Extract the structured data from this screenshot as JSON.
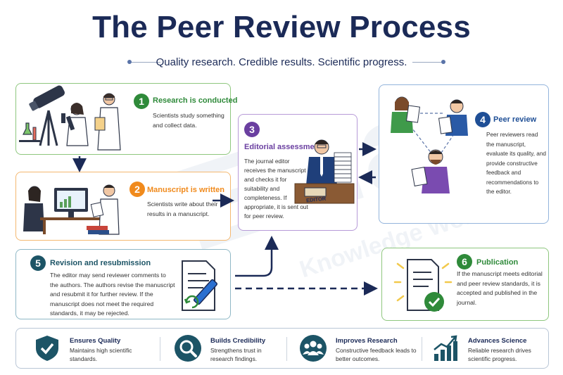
{
  "header": {
    "title": "The Peer Review Process",
    "subtitle": "Quality research. Credible results. Scientific progress."
  },
  "steps": [
    {
      "number": "1",
      "title": "Research is conducted",
      "desc": "Scientists study something and collect data.",
      "color": "#2f8a3a"
    },
    {
      "number": "2",
      "title": "Manuscript is written",
      "desc": "Scientists write about their results in a manuscript.",
      "color": "#f08a1c"
    },
    {
      "number": "3",
      "title": "Editorial assessment",
      "desc": "The journal editor receives the manuscript and checks it for suitability and completeness. If appropriate, it is sent out for peer review.",
      "color": "#6a3fa0"
    },
    {
      "number": "4",
      "title": "Peer review",
      "desc": "Peer reviewers read the manuscript, evaluate its quality, and provide constructive feedback and recommendations to the editor.",
      "color": "#1f4f96"
    },
    {
      "number": "5",
      "title": "Revision and resubmission",
      "desc": "The editor may send reviewer comments to the authors. The authors revise the manuscript and resubmit it for further review. If the manuscript does not meet the required standards, it may be rejected.",
      "color": "#1c5466"
    },
    {
      "number": "6",
      "title": "Publication",
      "desc": "If the manuscript meets editorial and peer review standards, it is accepted and published in the journal.",
      "color": "#2f8a3a"
    }
  ],
  "editor_sign": "EDITOR",
  "benefits": [
    {
      "title": "Ensures Quality",
      "desc": "Maintains high scientific standards.",
      "icon": "shield-check-icon"
    },
    {
      "title": "Builds Credibility",
      "desc": "Strengthens trust in research findings.",
      "icon": "magnifier-icon"
    },
    {
      "title": "Improves Research",
      "desc": "Constructive feedback leads to better outcomes.",
      "icon": "people-group-icon"
    },
    {
      "title": "Advances Science",
      "desc": "Reliable research drives scientific progress.",
      "icon": "growth-chart-icon"
    }
  ],
  "watermark": {
    "large": "Edia",
    "small": "Knowledge Works"
  },
  "colors": {
    "navy": "#1b2a57",
    "green": "#2f8a3a",
    "orange": "#f08a1c",
    "purple": "#6a3fa0",
    "blue": "#1f4f96",
    "teal": "#1c5466"
  }
}
